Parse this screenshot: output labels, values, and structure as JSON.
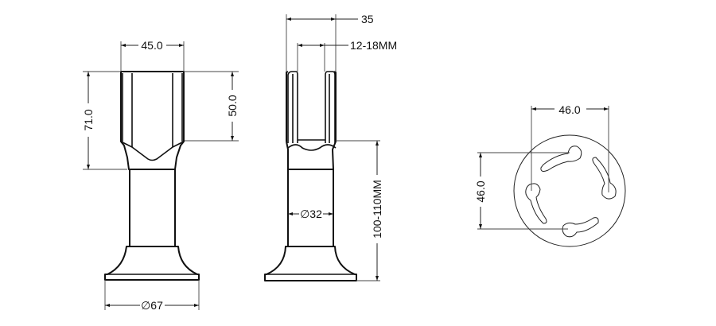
{
  "drawing": {
    "colors": {
      "line": "#111111",
      "background": "#ffffff"
    },
    "front_view": {
      "dims": {
        "top_width": "45.0",
        "total_cup_height": "71.0",
        "cup_inner_height": "50.0",
        "base_diameter": "∅67"
      }
    },
    "side_view": {
      "dims": {
        "overall_width": "35",
        "glass_thickness": "12-18MM",
        "tube_diameter": "∅32",
        "height_range": "100-110MM"
      }
    },
    "base_plate_view": {
      "dims": {
        "hole_spacing_horizontal": "46.0",
        "hole_spacing_vertical": "46.0"
      }
    }
  }
}
